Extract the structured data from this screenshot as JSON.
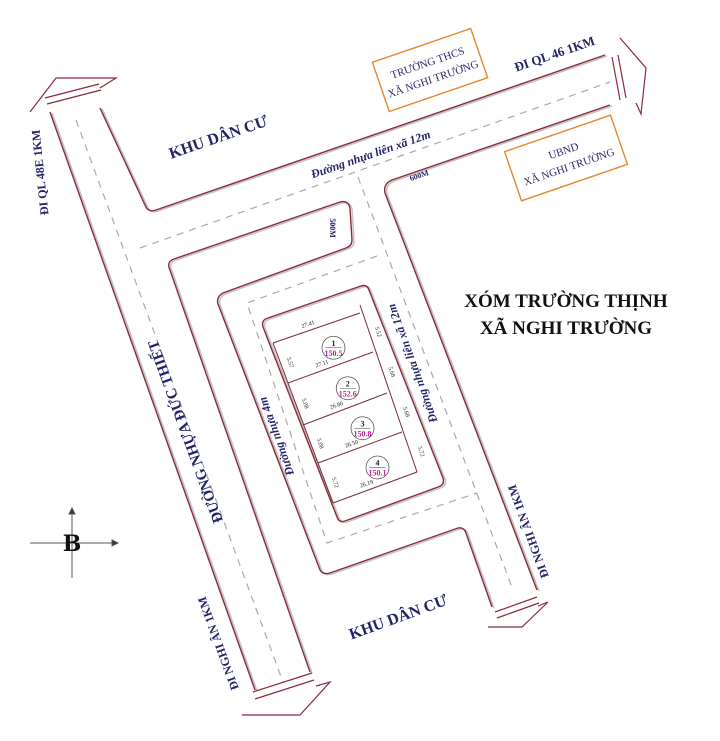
{
  "labels": {
    "khu_dan_cu_top": "KHU DÂN CƯ",
    "khu_dan_cu_bottom": "KHU DÂN CƯ",
    "di_ql46": "ĐI QL 46 1KM",
    "di_ql48e": "ĐI QL 48E 1KM",
    "di_nghi_an_left": "ĐI NGHI ÂN 1KM",
    "di_nghi_an_right": "ĐI NGHI ÂN 1KM",
    "road_top": "Đường nhựa liên xã 12m",
    "road_middle": "Đường nhựa liên xã 12m",
    "road_duc_thiet": "ĐƯỜNG NHỰA ĐỨC THIẾT",
    "road_4m": "Đường nhựa 4m",
    "dist_500": "500M",
    "dist_600": "600M"
  },
  "landmarks": {
    "school": {
      "line1": "TRƯỜNG THCS",
      "line2": "XÃ NGHI TRƯỜNG"
    },
    "ubnd": {
      "line1": "UBND",
      "line2": "XÃ NGHI TRƯỜNG"
    }
  },
  "title": {
    "line1": "XÓM TRƯỜNG THỊNH",
    "line2": "XÃ NGHI TRƯỜNG"
  },
  "compass": {
    "north_label": "B"
  },
  "colors": {
    "road_outline": "#8b2a3a",
    "label": "#23236b",
    "area": "#c0209a",
    "landmark_box": "#e2892b"
  },
  "lots": [
    {
      "number": "1",
      "area": "150.5"
    },
    {
      "number": "2",
      "area": "152.6"
    },
    {
      "number": "3",
      "area": "150.8"
    },
    {
      "number": "4",
      "area": "150.1"
    }
  ],
  "lot_dimensions": {
    "widths": [
      "27.41",
      "27.11",
      "26.80",
      "26.50",
      "26.19"
    ],
    "left_depths": [
      "5.57",
      "5.08",
      "5.08",
      "5.72"
    ],
    "right_depths": [
      "5.52",
      "5.68",
      "5.68",
      "5.72"
    ]
  }
}
